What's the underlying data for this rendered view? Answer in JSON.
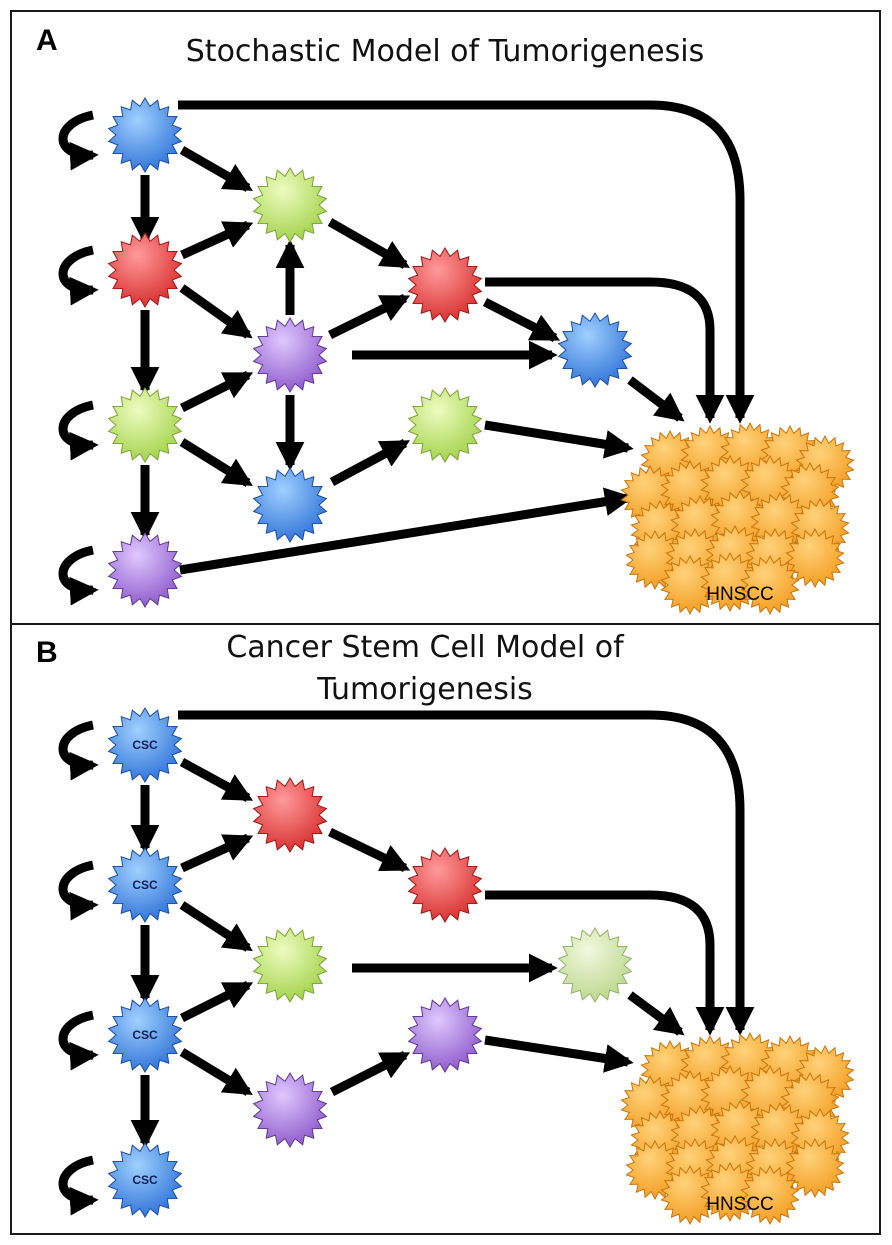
{
  "panel_a": {
    "letter": "A",
    "title": "Stochastic Model of Tumorigenesis",
    "tumor_label": "HNSCC"
  },
  "panel_b": {
    "letter": "B",
    "title_line1": "Cancer Stem Cell Model of",
    "title_line2": "Tumorigenesis",
    "cell_label": "CSC",
    "tumor_label": "HNSCC"
  },
  "colors": {
    "blue": "#3a86e0",
    "red": "#e23a3a",
    "green": "#bfe26a",
    "purple": "#9a6ad0",
    "orange": "#f7a12e",
    "arrow": "#000000"
  }
}
